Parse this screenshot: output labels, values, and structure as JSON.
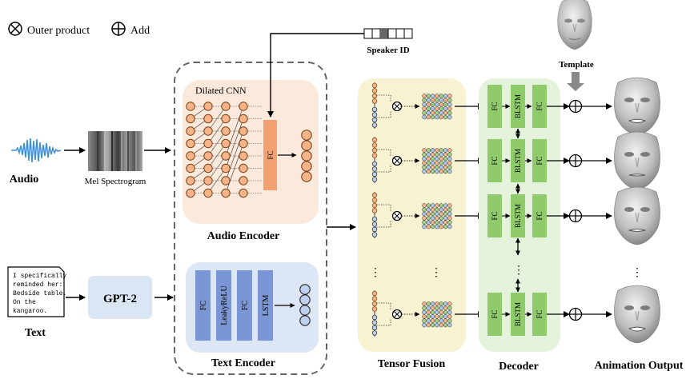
{
  "legend": {
    "outer_product": "Outer product",
    "add": "Add"
  },
  "speaker_id": "Speaker ID",
  "template": "Template",
  "audio": {
    "label": "Audio",
    "mel_label": "Mel Spectrogram"
  },
  "text_input": {
    "label": "Text",
    "lines": [
      "I specifically",
      "reminded her:",
      "Bedside table.",
      "On the",
      "kangaroo."
    ]
  },
  "gpt2": "GPT-2",
  "audio_encoder": {
    "title": "Audio Encoder",
    "dilated_cnn": "Dilated CNN",
    "fc": "FC"
  },
  "text_encoder": {
    "title": "Text Encoder",
    "layers": [
      "FC",
      "LeakyReLU",
      "FC",
      "LSTM"
    ]
  },
  "tensor_fusion": {
    "title": "Tensor Fusion",
    "ellipsis": "⋮"
  },
  "decoder": {
    "title": "Decoder",
    "fc": "FC",
    "blstm": "BLSTM",
    "ellipsis": "⋮"
  },
  "animation_output": {
    "title": "Animation Output",
    "ellipsis": "⋮"
  },
  "colors": {
    "audio_panel": "#fbe9dc",
    "neuron_orange": "#f5b48a",
    "fc_orange": "#f3a172",
    "text_panel": "#dde6f4",
    "text_layer_blue": "#7b96d4",
    "fusion_panel": "#f7f2d2",
    "decoder_panel": "#e5f2dc",
    "decoder_block": "#8fcb6b",
    "gpt2_box": "#dbe6f5",
    "wave_blue": "#3c8fe0"
  }
}
